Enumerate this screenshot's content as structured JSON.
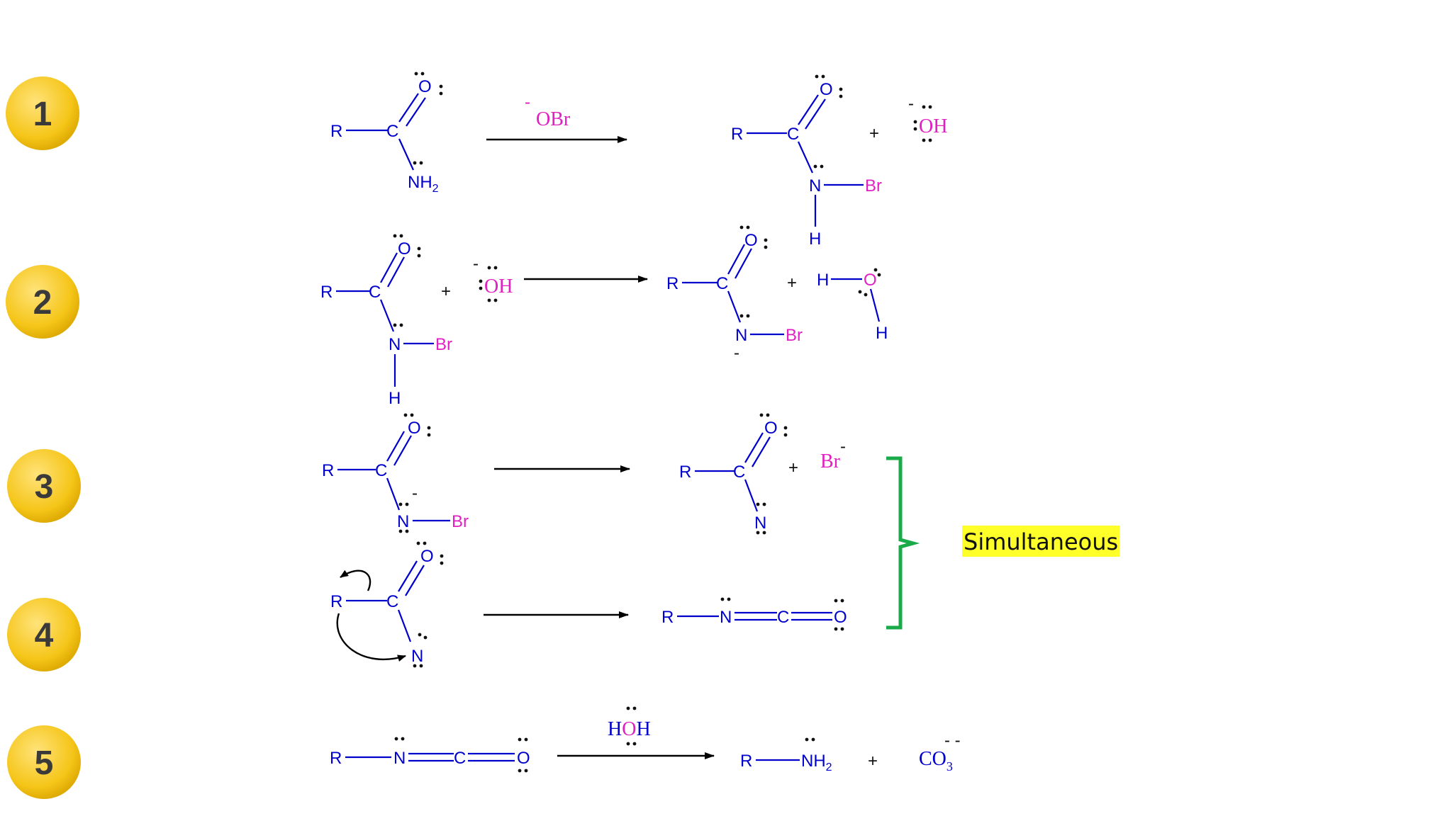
{
  "steps": [
    "1",
    "2",
    "3",
    "4",
    "5"
  ],
  "colors": {
    "atoms": "#0000cc",
    "highlight_atoms": "#e020c0",
    "badge": "#f5c518",
    "brace": "#1aaa4a",
    "note_bg": "#ffff2a"
  },
  "atoms": {
    "R": "R",
    "C": "C",
    "O": "O",
    "N": "N",
    "NH2": "NH",
    "H": "H",
    "Br": "Br",
    "OH": "OH",
    "CO3": "CO",
    "HOH_H1": "H",
    "HOH_O": "O",
    "HOH_H2": "H"
  },
  "subscripts": {
    "two": "2",
    "three": "3"
  },
  "symbols": {
    "plus": "+",
    "minus": "-",
    "double_minus": "- -"
  },
  "reagents": {
    "obr": "OBr"
  },
  "note": {
    "text": "Simultaneous"
  }
}
